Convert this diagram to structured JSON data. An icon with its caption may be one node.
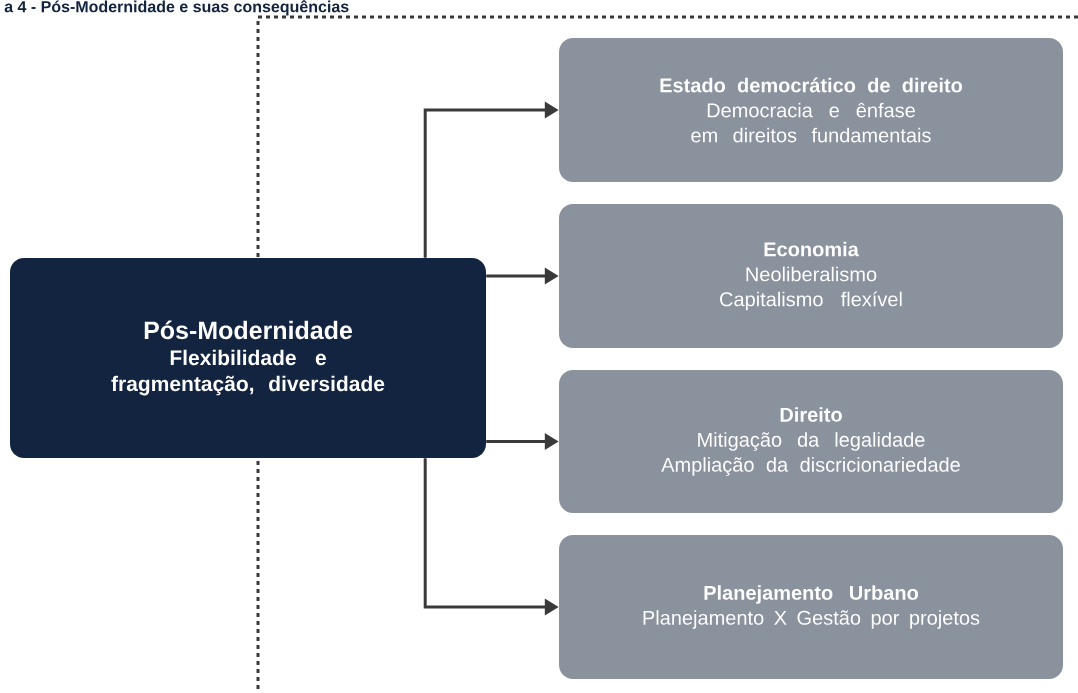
{
  "diagram": {
    "title": "a 4 - Pós-Modernidade e suas consequências",
    "nodes": [
      {
        "text": [
          "Pós-Modernidade",
          "Flexibilidade e fragmentação, diversidade"
        ]
      },
      {
        "text": [
          "Estado democrático de direito",
          "Democracia e ênfase em direitos fundamentais"
        ]
      },
      {
        "text": [
          "Economia",
          "Neoliberalismo",
          "Capitalismo flexível"
        ]
      },
      {
        "text": [
          "Direito",
          "Mitigação da legalidade",
          "Ampliação da discricionariedade"
        ]
      },
      {
        "text": [
          "Planejamento Urbano",
          "Planejamento X Gestão por projetos"
        ]
      }
    ],
    "edges": [
      {
        "from": 0,
        "to": 1,
        "arrow": "to"
      },
      {
        "from": 0,
        "to": 2,
        "arrow": "to"
      },
      {
        "from": 0,
        "to": 3,
        "arrow": "to"
      },
      {
        "from": 0,
        "to": 4,
        "arrow": "to"
      }
    ]
  }
}
